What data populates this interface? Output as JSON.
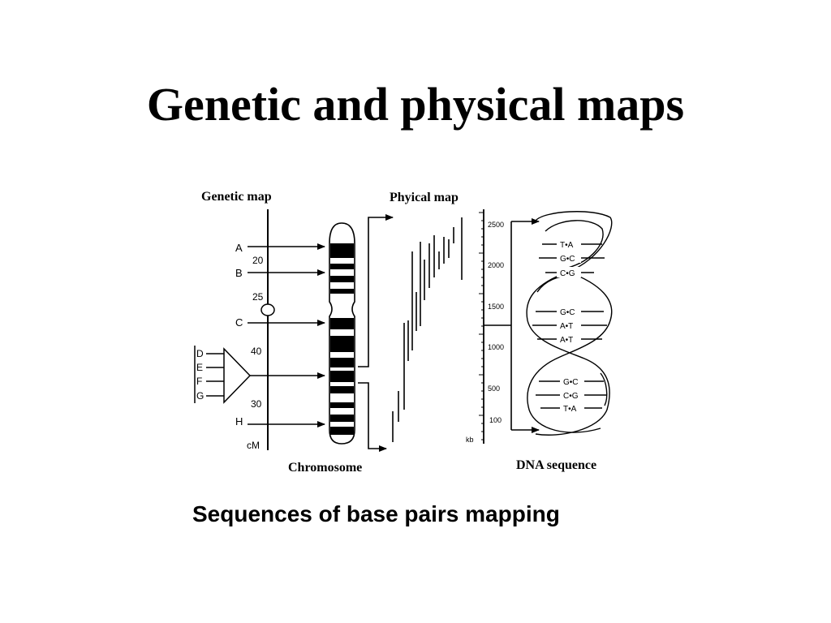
{
  "title": "Genetic and physical maps",
  "caption": "Sequences of base pairs mapping",
  "genetic_map": {
    "label": "Genetic map",
    "unit": "cM",
    "markers": [
      "A",
      "B",
      "C",
      "H"
    ],
    "group_markers": [
      "D",
      "E",
      "F",
      "G"
    ],
    "distances": [
      "20",
      "25",
      "40",
      "30"
    ]
  },
  "chromosome": {
    "label": "Chromosome"
  },
  "physical_map": {
    "label": "Phyical map",
    "unit": "kb",
    "ticks": [
      "2500",
      "2000",
      "1500",
      "1000",
      "500",
      "100"
    ]
  },
  "dna": {
    "label": "DNA sequence",
    "pairs": [
      "T•A",
      "G•C",
      "C•G",
      "G•C",
      "A•T",
      "A•T",
      "G•C",
      "C•G",
      "T•A"
    ]
  },
  "colors": {
    "ink": "#000000",
    "background": "#ffffff"
  }
}
